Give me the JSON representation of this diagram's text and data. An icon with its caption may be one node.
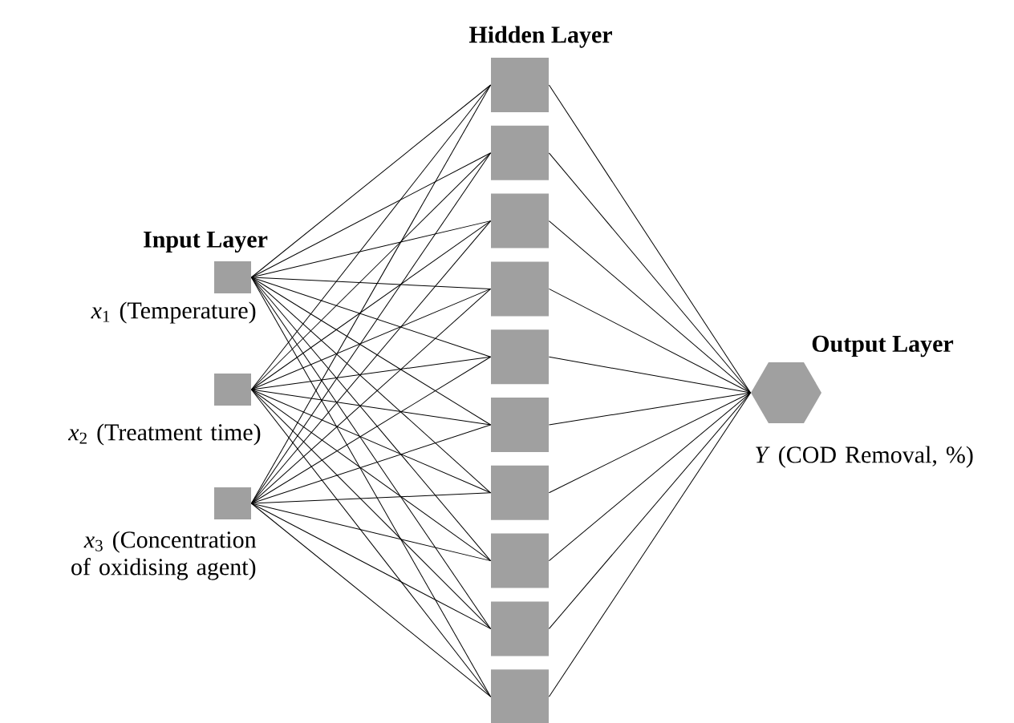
{
  "diagram": {
    "nodes": [
      {
        "text": [],
        "shape": "box",
        "beside": [
          "*x*$_{1}$ (Temperature)"
        ]
      },
      {
        "text": [],
        "shape": "box",
        "beside": [
          "*x*$_{2}$ (Treatment time)"
        ]
      },
      {
        "text": [],
        "shape": "box",
        "beside": [
          "*x*$_{3}$ (Concentration of oxidising agent)"
        ]
      },
      {
        "text": [],
        "shape": "box"
      },
      {
        "text": [],
        "shape": "box"
      },
      {
        "text": [],
        "shape": "box"
      },
      {
        "text": [],
        "shape": "box"
      },
      {
        "text": [],
        "shape": "box"
      },
      {
        "text": [],
        "shape": "box"
      },
      {
        "text": [],
        "shape": "box"
      },
      {
        "text": [],
        "shape": "box"
      },
      {
        "text": [],
        "shape": "box"
      },
      {
        "text": [],
        "shape": "box"
      },
      {
        "text": [],
        "shape": "hexagon",
        "beside": [
          "*Y* (COD Removal, %)"
        ]
      }
    ],
    "edges": [
      {
        "from": 0,
        "to": 3,
        "arrow": "none"
      },
      {
        "from": 0,
        "to": 4,
        "arrow": "none"
      },
      {
        "from": 0,
        "to": 5,
        "arrow": "none"
      },
      {
        "from": 0,
        "to": 6,
        "arrow": "none"
      },
      {
        "from": 0,
        "to": 7,
        "arrow": "none"
      },
      {
        "from": 0,
        "to": 8,
        "arrow": "none"
      },
      {
        "from": 0,
        "to": 9,
        "arrow": "none"
      },
      {
        "from": 0,
        "to": 10,
        "arrow": "none"
      },
      {
        "from": 0,
        "to": 11,
        "arrow": "none"
      },
      {
        "from": 0,
        "to": 12,
        "arrow": "none"
      },
      {
        "from": 1,
        "to": 3,
        "arrow": "none"
      },
      {
        "from": 1,
        "to": 4,
        "arrow": "none"
      },
      {
        "from": 1,
        "to": 5,
        "arrow": "none"
      },
      {
        "from": 1,
        "to": 6,
        "arrow": "none"
      },
      {
        "from": 1,
        "to": 7,
        "arrow": "none"
      },
      {
        "from": 1,
        "to": 8,
        "arrow": "none"
      },
      {
        "from": 1,
        "to": 9,
        "arrow": "none"
      },
      {
        "from": 1,
        "to": 10,
        "arrow": "none"
      },
      {
        "from": 1,
        "to": 11,
        "arrow": "none"
      },
      {
        "from": 1,
        "to": 12,
        "arrow": "none"
      },
      {
        "from": 2,
        "to": 3,
        "arrow": "none"
      },
      {
        "from": 2,
        "to": 4,
        "arrow": "none"
      },
      {
        "from": 2,
        "to": 5,
        "arrow": "none"
      },
      {
        "from": 2,
        "to": 6,
        "arrow": "none"
      },
      {
        "from": 2,
        "to": 7,
        "arrow": "none"
      },
      {
        "from": 2,
        "to": 8,
        "arrow": "none"
      },
      {
        "from": 2,
        "to": 9,
        "arrow": "none"
      },
      {
        "from": 2,
        "to": 10,
        "arrow": "none"
      },
      {
        "from": 2,
        "to": 11,
        "arrow": "none"
      },
      {
        "from": 2,
        "to": 12,
        "arrow": "none"
      },
      {
        "from": 3,
        "to": 13,
        "arrow": "none"
      },
      {
        "from": 4,
        "to": 13,
        "arrow": "none"
      },
      {
        "from": 5,
        "to": 13,
        "arrow": "none"
      },
      {
        "from": 6,
        "to": 13,
        "arrow": "none"
      },
      {
        "from": 7,
        "to": 13,
        "arrow": "none"
      },
      {
        "from": 8,
        "to": 13,
        "arrow": "none"
      },
      {
        "from": 9,
        "to": 13,
        "arrow": "none"
      },
      {
        "from": 10,
        "to": 13,
        "arrow": "none"
      },
      {
        "from": 11,
        "to": 13,
        "arrow": "none"
      },
      {
        "from": 12,
        "to": 13,
        "arrow": "none"
      }
    ],
    "labels": [
      "Hidden Layer",
      "Input Layer",
      "Output Layer"
    ]
  }
}
